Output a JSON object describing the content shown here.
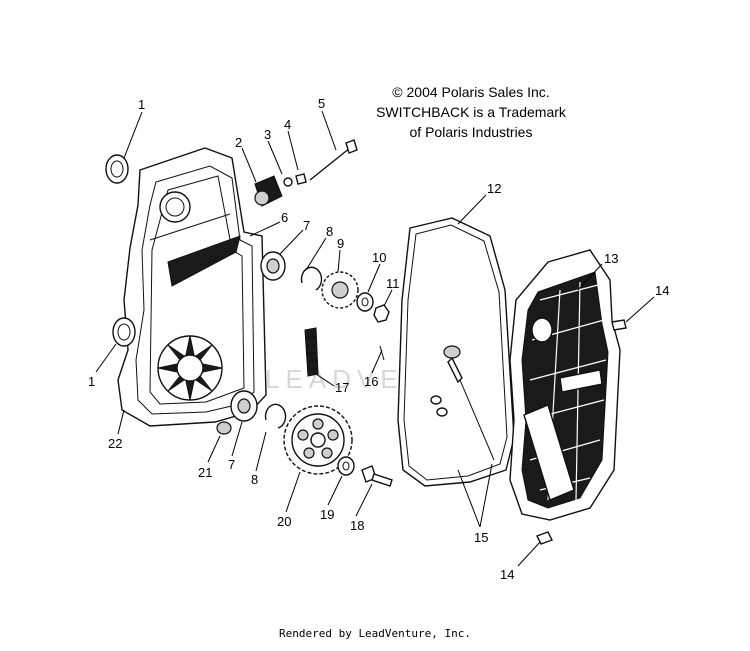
{
  "copyright": {
    "line1": "© 2004 Polaris Sales Inc.",
    "line2": "SWITCHBACK is a Trademark",
    "line3": "of Polaris Industries"
  },
  "footer": "Rendered by LeadVenture, Inc.",
  "watermark": "LEADVENTURE",
  "callouts": [
    "1",
    "2",
    "3",
    "4",
    "5",
    "6",
    "7",
    "8",
    "9",
    "10",
    "11",
    "12",
    "13",
    "14",
    "1",
    "15",
    "16",
    "17",
    "22",
    "21",
    "7",
    "8",
    "20",
    "19",
    "18",
    "14"
  ]
}
